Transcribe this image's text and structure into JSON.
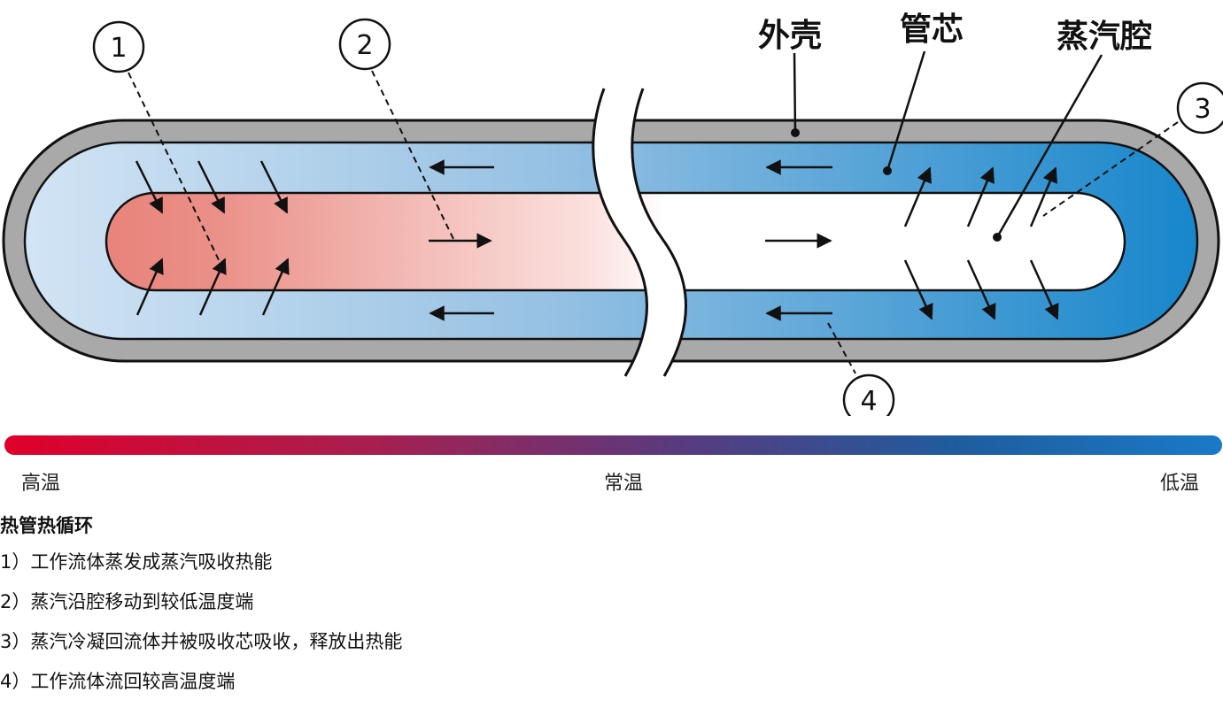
{
  "parts": {
    "shell": "外壳",
    "wick": "管芯",
    "vapor_cavity": "蒸汽腔"
  },
  "callouts": [
    "1",
    "2",
    "3",
    "4"
  ],
  "temperature_scale": {
    "high": "高温",
    "ambient": "常温",
    "low": "低温"
  },
  "legend": {
    "title": "热管热循环",
    "steps": [
      "1）工作流体蒸发成蒸汽吸收热能",
      "2）蒸汽沿腔移动到较低温度端",
      "3）蒸汽冷凝回流体并被吸收芯吸收，释放出热能",
      "4）工作流体流回较高温度端"
    ]
  },
  "colors": {
    "shell": "#a9a9a9",
    "hot": "#e8837a",
    "wick_cool": "#1a8ed0",
    "wick_warm": "#cfe2f3",
    "hot_end": "#e0002a",
    "cold_end": "#1a7ac8"
  }
}
